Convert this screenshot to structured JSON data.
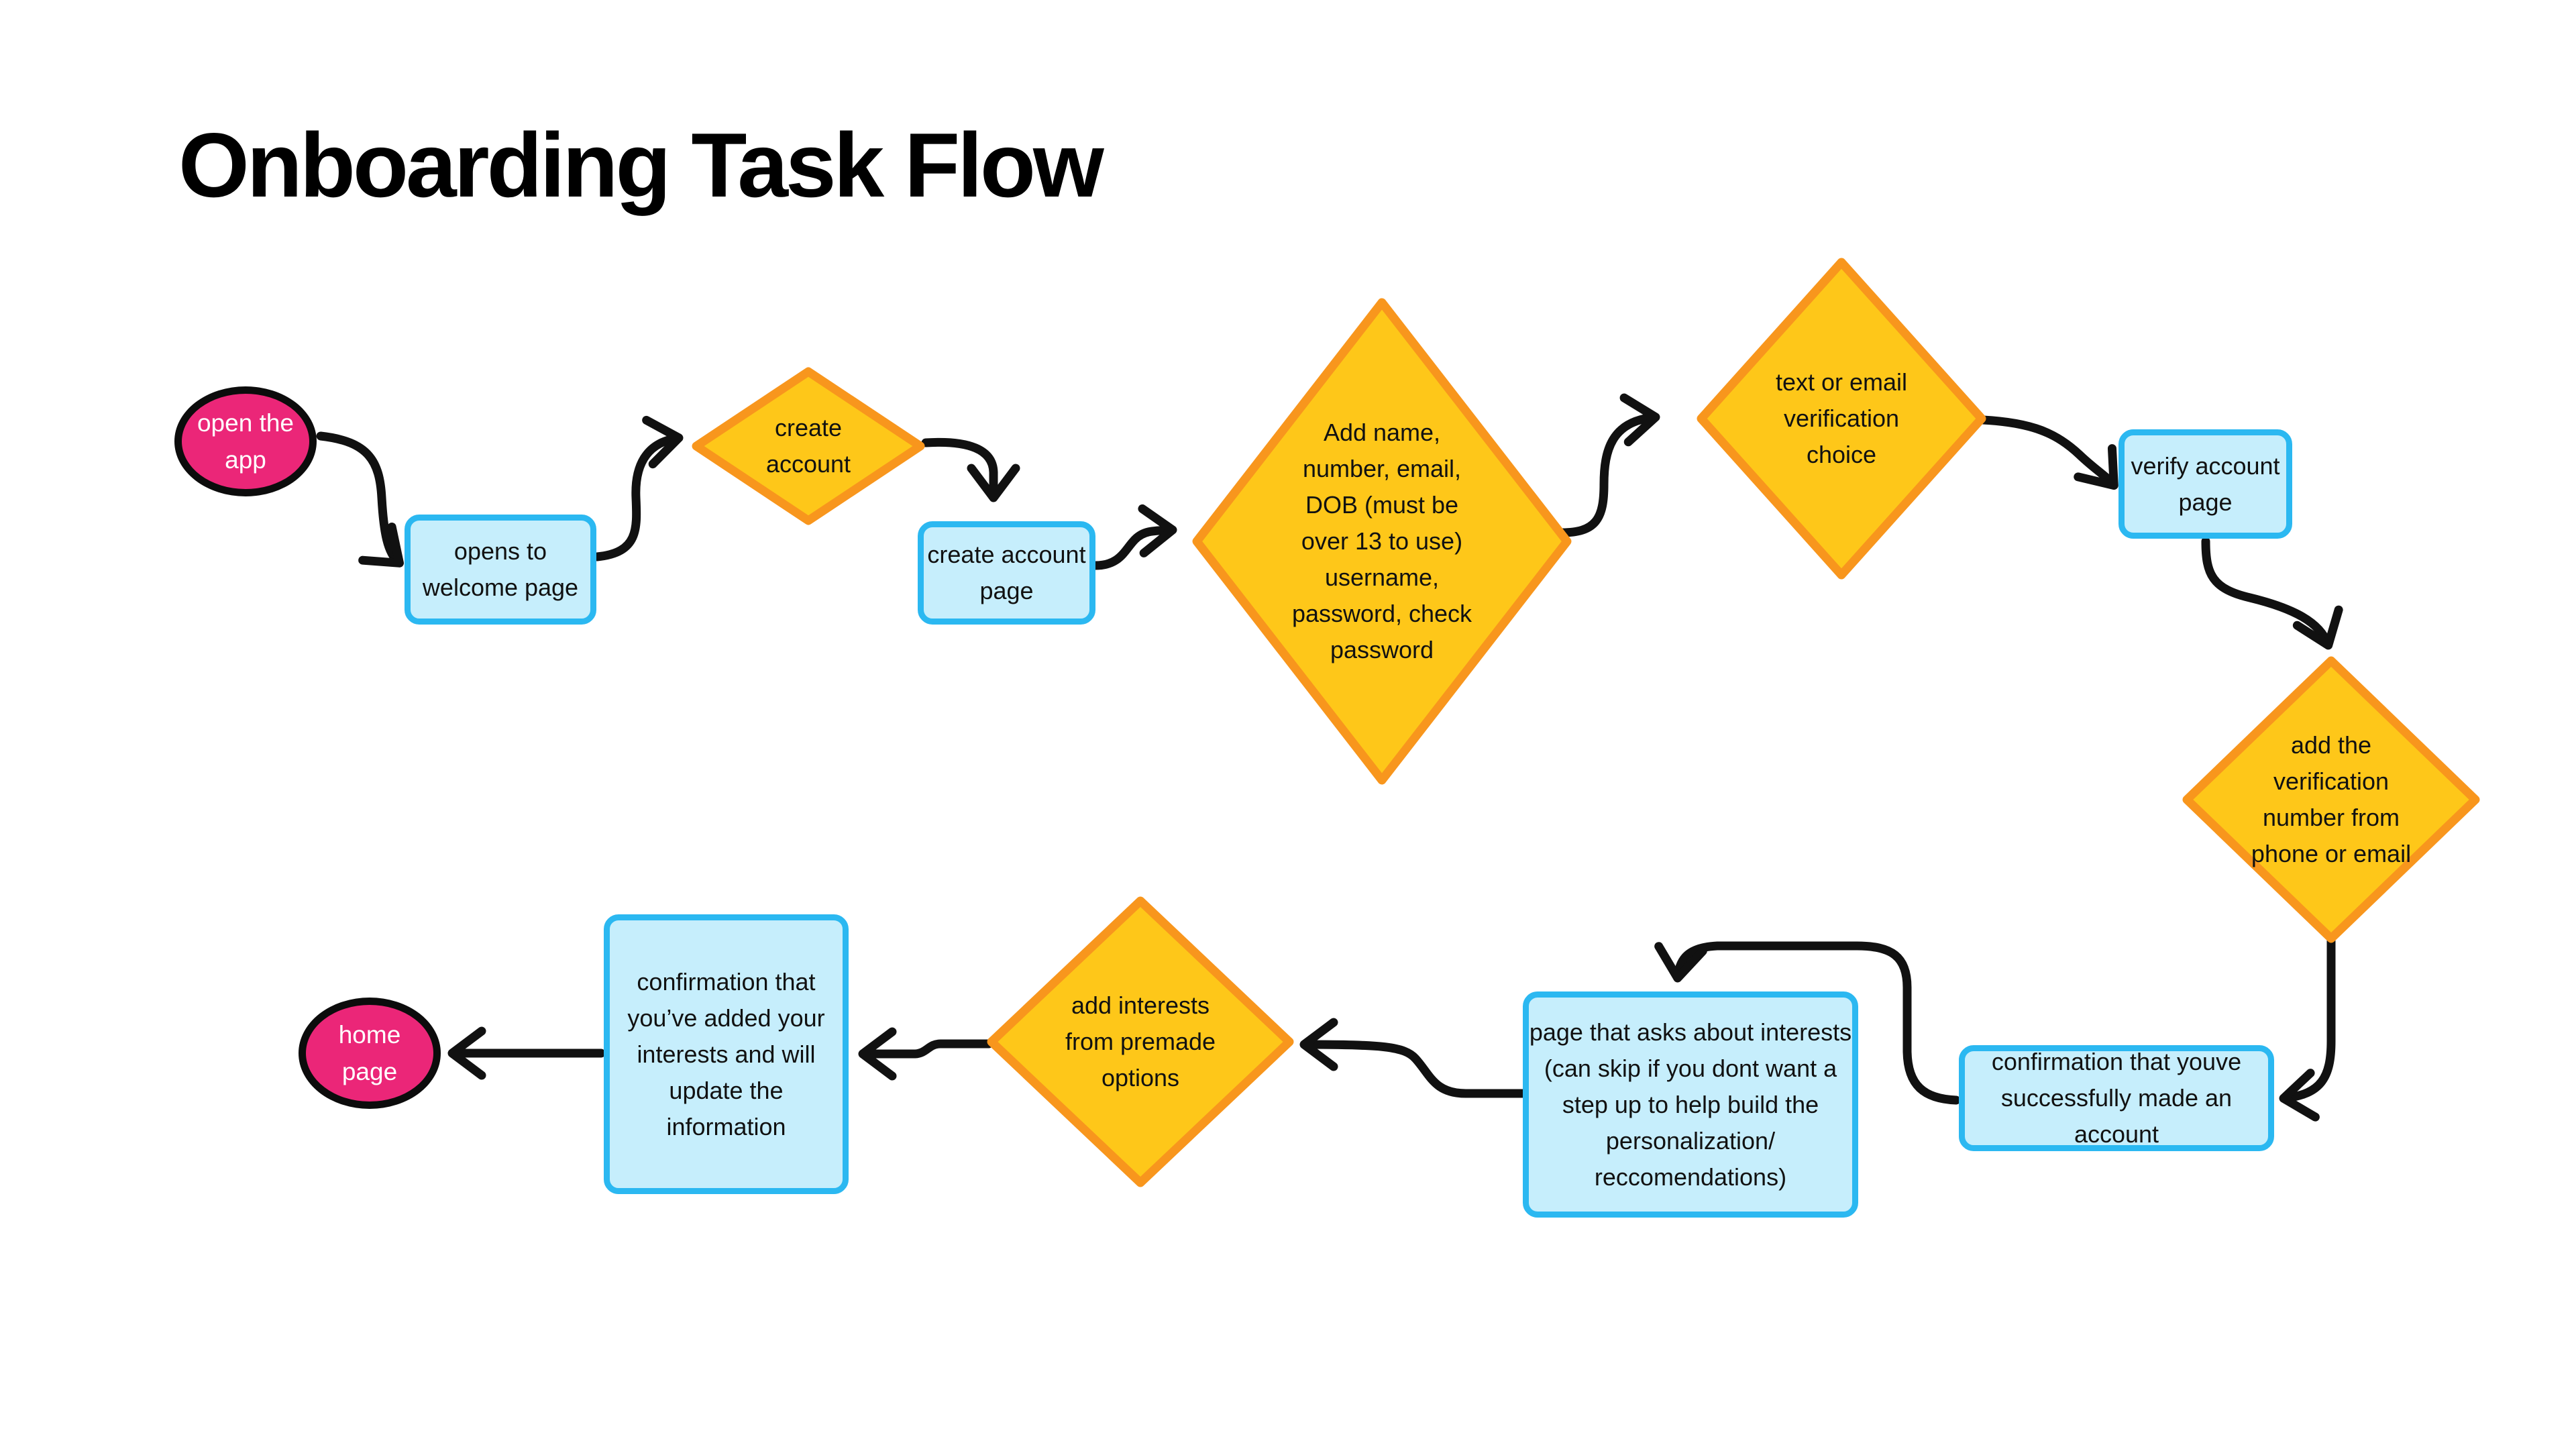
{
  "title": "Onboarding Task Flow",
  "colors": {
    "background": "#FFFFFF",
    "terminal_fill": "#EB2678",
    "terminal_border": "#0C0C0C",
    "terminal_text": "#FFFFFF",
    "process_fill": "#C6EEFC",
    "process_border": "#2BB8F1",
    "decision_fill": "#FEC719",
    "decision_border": "#F8961D",
    "connector": "#111111",
    "text": "#111111"
  },
  "nodes": {
    "start": {
      "type": "terminal",
      "label": "open the\napp"
    },
    "welcome": {
      "type": "process",
      "label": "opens to\nwelcome page"
    },
    "create_account": {
      "type": "decision",
      "label": "create\naccount"
    },
    "create_account_page": {
      "type": "process",
      "label": "create account\npage"
    },
    "add_details": {
      "type": "decision",
      "label": "Add name,\nnumber, email,\nDOB (must be\nover 13 to use)\nusername,\npassword, check\npassword"
    },
    "verification_choice": {
      "type": "decision",
      "label": "text or email\nverification\nchoice"
    },
    "verify_account_page": {
      "type": "process",
      "label": "verify account\npage"
    },
    "add_verification_number": {
      "type": "decision",
      "label": "add the\nverification\nnumber from\nphone or email"
    },
    "account_confirmation": {
      "type": "process",
      "label": "confirmation that youve\nsuccessfully made an account"
    },
    "interests_page": {
      "type": "process",
      "label": "page that asks about interests\n(can skip if you dont want a\nstep up to help build the\npersonalization/\nreccomendations)"
    },
    "add_interests": {
      "type": "decision",
      "label": "add interests\nfrom premade\noptions"
    },
    "interests_confirmation": {
      "type": "process",
      "label": "confirmation that\nyou’ve added your\ninterests and will\nupdate the\ninformation"
    },
    "home": {
      "type": "terminal",
      "label": "home\npage"
    }
  },
  "edges": [
    {
      "from": "start",
      "to": "welcome"
    },
    {
      "from": "welcome",
      "to": "create_account"
    },
    {
      "from": "create_account",
      "to": "create_account_page"
    },
    {
      "from": "create_account_page",
      "to": "add_details"
    },
    {
      "from": "add_details",
      "to": "verification_choice"
    },
    {
      "from": "verification_choice",
      "to": "verify_account_page"
    },
    {
      "from": "verify_account_page",
      "to": "add_verification_number"
    },
    {
      "from": "add_verification_number",
      "to": "account_confirmation"
    },
    {
      "from": "account_confirmation",
      "to": "interests_page"
    },
    {
      "from": "interests_page",
      "to": "add_interests"
    },
    {
      "from": "add_interests",
      "to": "interests_confirmation"
    },
    {
      "from": "interests_confirmation",
      "to": "home"
    }
  ]
}
